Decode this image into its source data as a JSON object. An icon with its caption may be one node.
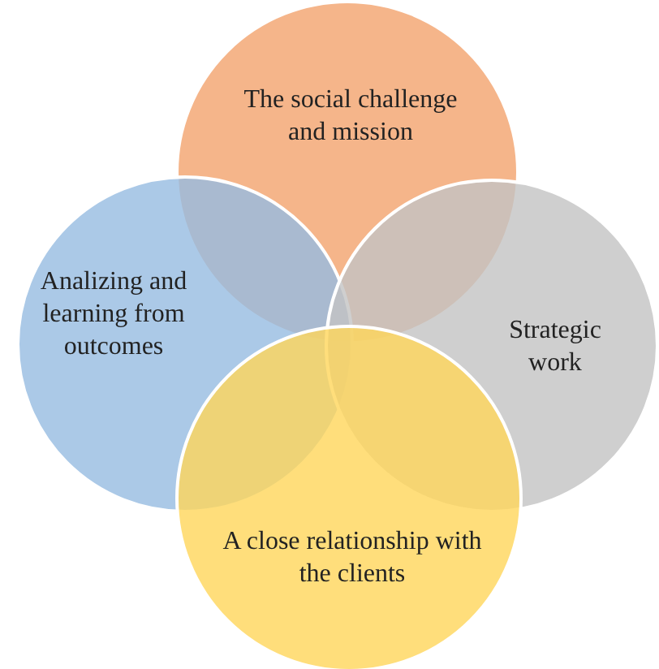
{
  "diagram": {
    "nodes": [
      {
        "text": [
          "The social challenge and mission"
        ]
      },
      {
        "text": [
          "Analizing and learning from outcomes"
        ]
      },
      {
        "text": [
          "Strategic work"
        ]
      },
      {
        "text": [
          "A close relationship with the clients"
        ]
      }
    ]
  }
}
